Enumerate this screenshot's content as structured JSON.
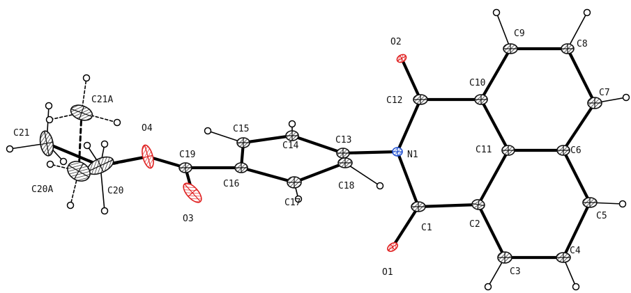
{
  "diagram": {
    "atoms": [
      {
        "id": "O1",
        "label": "O1",
        "element": "O"
      },
      {
        "id": "O2",
        "label": "O2",
        "element": "O"
      },
      {
        "id": "O3",
        "label": "O3",
        "element": "O"
      },
      {
        "id": "O4",
        "label": "O4",
        "element": "O"
      },
      {
        "id": "N1",
        "label": "N1",
        "element": "N"
      },
      {
        "id": "C1",
        "label": "C1",
        "element": "C"
      },
      {
        "id": "C2",
        "label": "C2",
        "element": "C"
      },
      {
        "id": "C3",
        "label": "C3",
        "element": "C"
      },
      {
        "id": "C4",
        "label": "C4",
        "element": "C"
      },
      {
        "id": "C5",
        "label": "C5",
        "element": "C"
      },
      {
        "id": "C6",
        "label": "C6",
        "element": "C"
      },
      {
        "id": "C7",
        "label": "C7",
        "element": "C"
      },
      {
        "id": "C8",
        "label": "C8",
        "element": "C"
      },
      {
        "id": "C9",
        "label": "C9",
        "element": "C"
      },
      {
        "id": "C10",
        "label": "C10",
        "element": "C"
      },
      {
        "id": "C11",
        "label": "C11",
        "element": "C"
      },
      {
        "id": "C12",
        "label": "C12",
        "element": "C"
      },
      {
        "id": "C13",
        "label": "C13",
        "element": "C"
      },
      {
        "id": "C14",
        "label": "C14",
        "element": "C"
      },
      {
        "id": "C15",
        "label": "C15",
        "element": "C"
      },
      {
        "id": "C16",
        "label": "C16",
        "element": "C"
      },
      {
        "id": "C17",
        "label": "C17",
        "element": "C"
      },
      {
        "id": "C18",
        "label": "C18",
        "element": "C"
      },
      {
        "id": "C19",
        "label": "C19",
        "element": "C"
      },
      {
        "id": "C20",
        "label": "C20",
        "element": "C"
      },
      {
        "id": "C21",
        "label": "C21",
        "element": "C"
      },
      {
        "id": "C20A",
        "label": "C20A",
        "element": "C"
      },
      {
        "id": "C21A",
        "label": "C21A",
        "element": "C"
      }
    ],
    "colors": {
      "carbon": "#111111",
      "oxygen": "#e02020",
      "nitrogen": "#2050d0",
      "bond": "#000000"
    }
  }
}
